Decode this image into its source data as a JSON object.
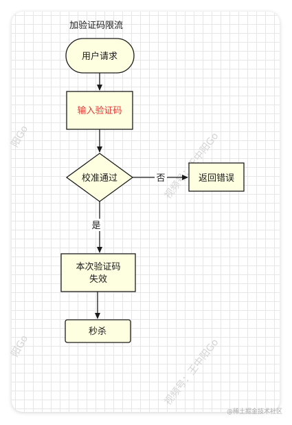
{
  "title": "加验证码限流",
  "nodes": {
    "start": "用户请求",
    "input": "输入验证码",
    "check": "校准通过",
    "error": "返回错误",
    "expire_line1": "本次验证码",
    "expire_line2": "失效",
    "end": "秒杀"
  },
  "edges": {
    "no_label": "否",
    "yes_label": "是"
  },
  "watermarks": {
    "left_top": "阳Go",
    "mid_right": "视频号：王中阳Go",
    "left_bottom": "阳Go",
    "bottom_right": "视频号：王中阳Go"
  },
  "credit": "@稀土掘金技术社区",
  "colors": {
    "node_fill": "#fefee1",
    "node_stroke": "#1a1a1a",
    "highlight_text": "#e53935",
    "arrow": "#1a1a1a"
  }
}
